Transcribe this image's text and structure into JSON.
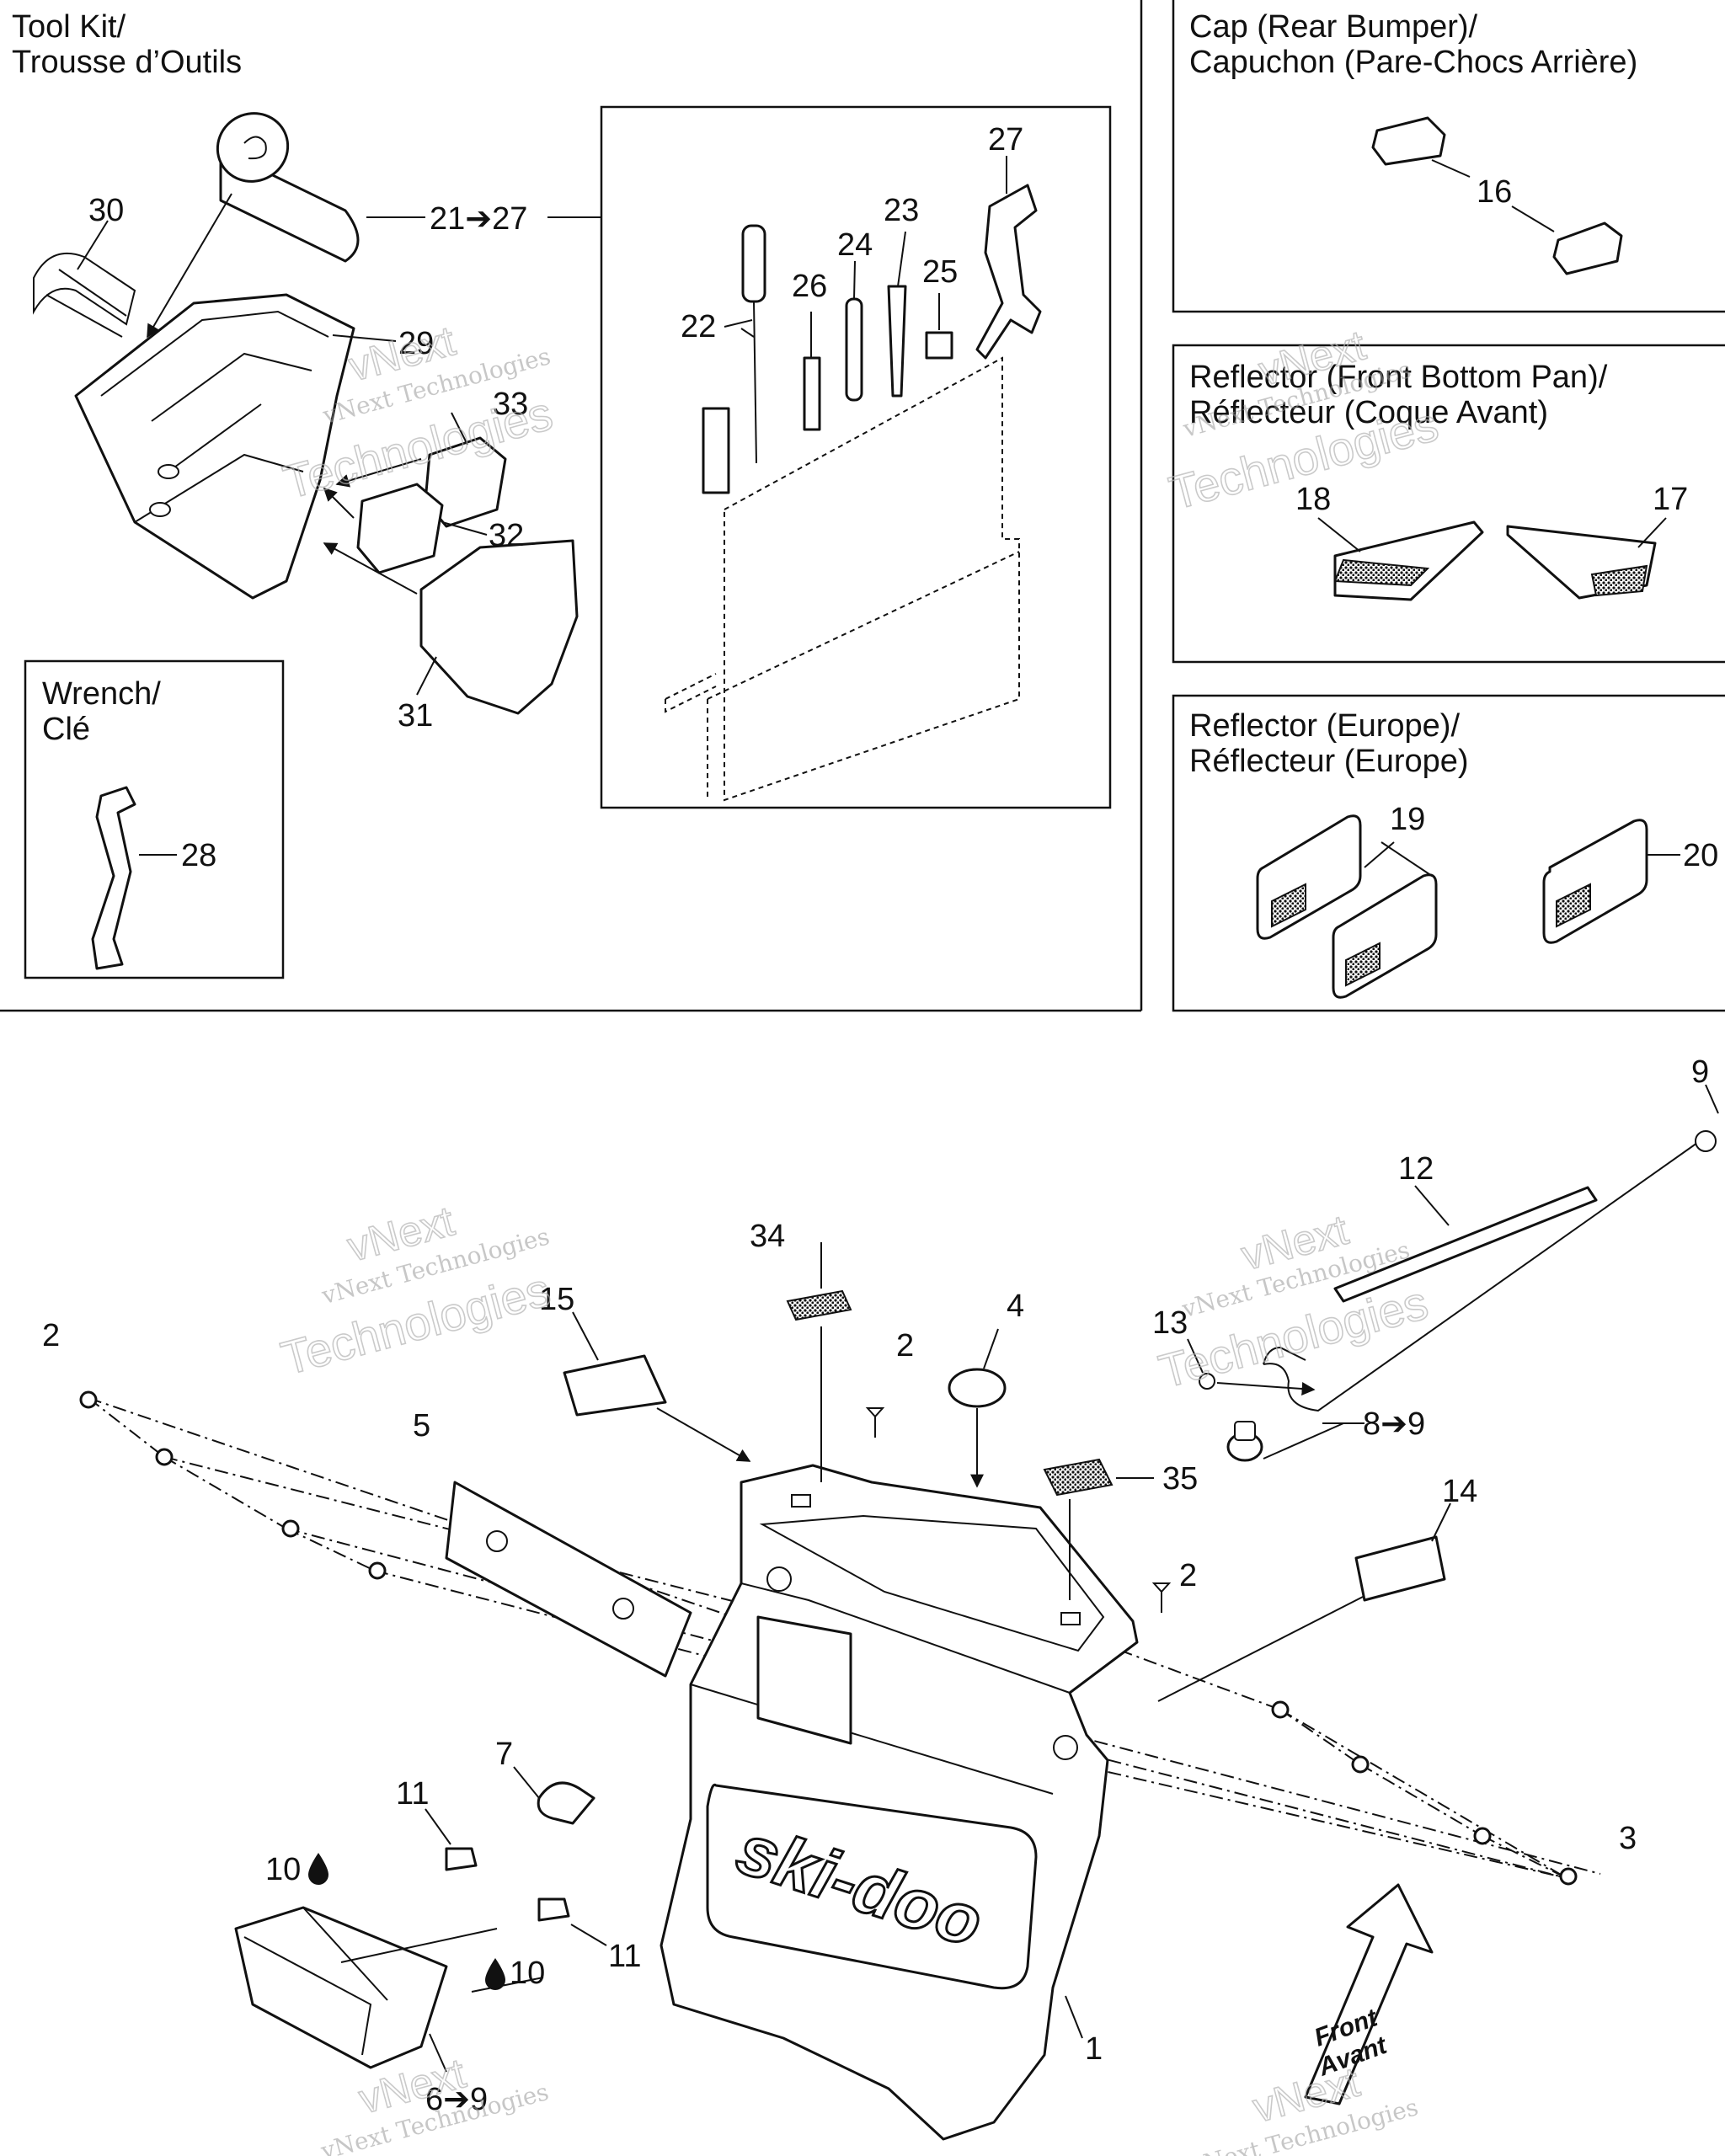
{
  "sections": {
    "tool_kit": {
      "title_line1": "Tool Kit/",
      "title_line2": "Trousse d’Outils"
    },
    "wrench": {
      "title_line1": "Wrench/",
      "title_line2": "Clé"
    },
    "cap": {
      "title_line1": "Cap (Rear Bumper)/",
      "title_line2": "Capuchon (Pare-Chocs Arrière)"
    },
    "reflector_front": {
      "title_line1": "Reflector (Front Bottom Pan)/",
      "title_line2": "Réflecteur (Coque Avant)"
    },
    "reflector_europe": {
      "title_line1": "Reflector (Europe)/",
      "title_line2": "Réflecteur (Europe)"
    }
  },
  "callouts": {
    "c30": "30",
    "c21_27": "21➔27",
    "c29": "29",
    "c33": "33",
    "c32": "32",
    "c31": "31",
    "c27": "27",
    "c23": "23",
    "c24": "24",
    "c25": "25",
    "c26": "26",
    "c22": "22",
    "c28": "28",
    "c16": "16",
    "c18": "18",
    "c17": "17",
    "c19": "19",
    "c20": "20",
    "c9": "9",
    "c12": "12",
    "c34": "34",
    "c15": "15",
    "c4": "4",
    "c2a": "2",
    "c2b": "2",
    "c2c": "2",
    "c13": "13",
    "c8_9": "8➔9",
    "c35": "35",
    "c5": "5",
    "c14": "14",
    "c7": "7",
    "c11a": "11",
    "c11b": "11",
    "c10a": "10",
    "c10b": "10",
    "c3": "3",
    "c1": "1",
    "c6_9": "6➔9"
  },
  "labels": {
    "brand": "ski-doo",
    "front_line1": "Front",
    "front_line2": "Avant"
  },
  "watermarks": {
    "line1": "vNext",
    "line2": "vNext Technologies",
    "line3": "Technologies"
  }
}
